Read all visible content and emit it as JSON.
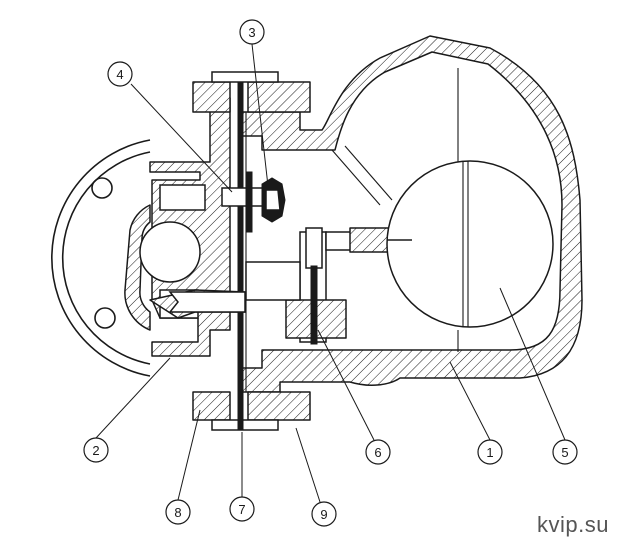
{
  "callouts": [
    {
      "id": "1",
      "label": "1"
    },
    {
      "id": "2",
      "label": "2"
    },
    {
      "id": "3",
      "label": "3"
    },
    {
      "id": "4",
      "label": "4"
    },
    {
      "id": "5",
      "label": "5"
    },
    {
      "id": "6",
      "label": "6"
    },
    {
      "id": "7",
      "label": "7"
    },
    {
      "id": "8",
      "label": "8"
    },
    {
      "id": "9",
      "label": "9"
    }
  ],
  "watermark": "kvip.su",
  "colors": {
    "line": "#1a1a1a",
    "background": "#ffffff",
    "watermark": "#555555"
  }
}
